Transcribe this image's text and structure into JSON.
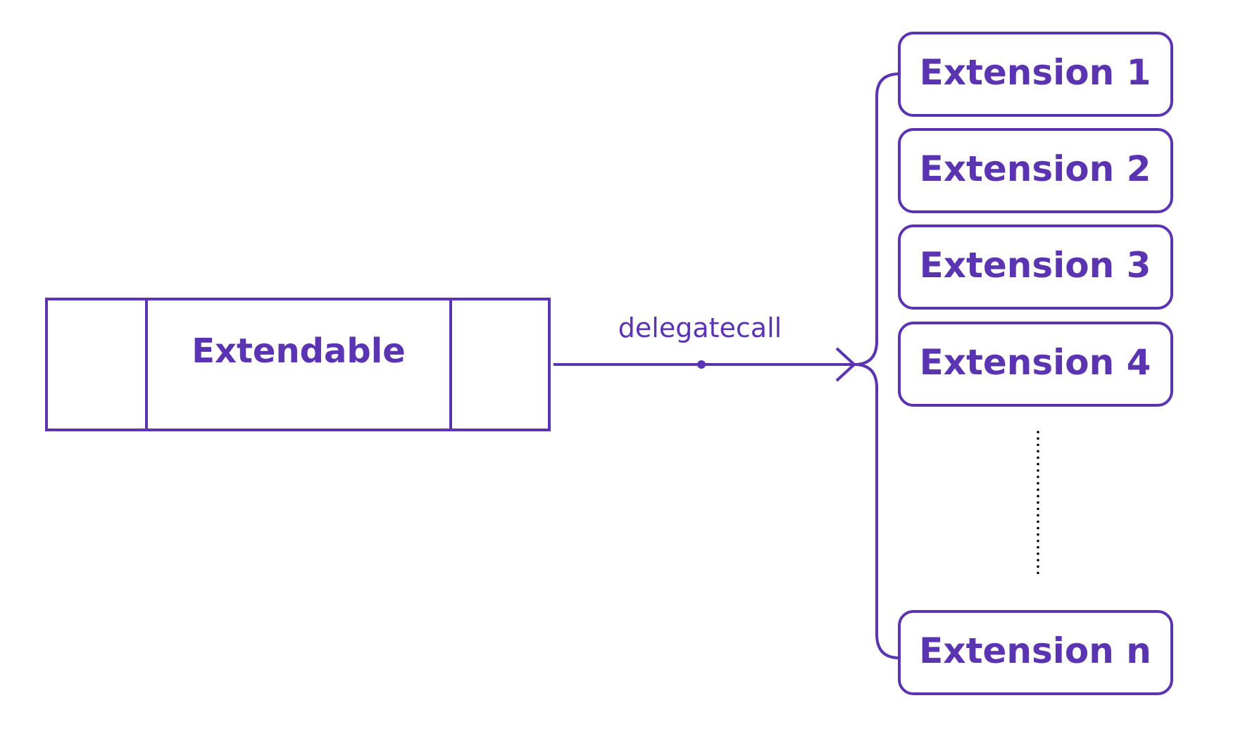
{
  "colors": {
    "accent": "#5b34b1",
    "dots": "#000000",
    "background": "#ffffff"
  },
  "extendable": {
    "label": "Extendable"
  },
  "connector": {
    "label": "delegatecall"
  },
  "extensions": [
    {
      "label": "Extension 1"
    },
    {
      "label": "Extension 2"
    },
    {
      "label": "Extension 3"
    },
    {
      "label": "Extension 4"
    },
    {
      "label": "Extension n"
    }
  ]
}
